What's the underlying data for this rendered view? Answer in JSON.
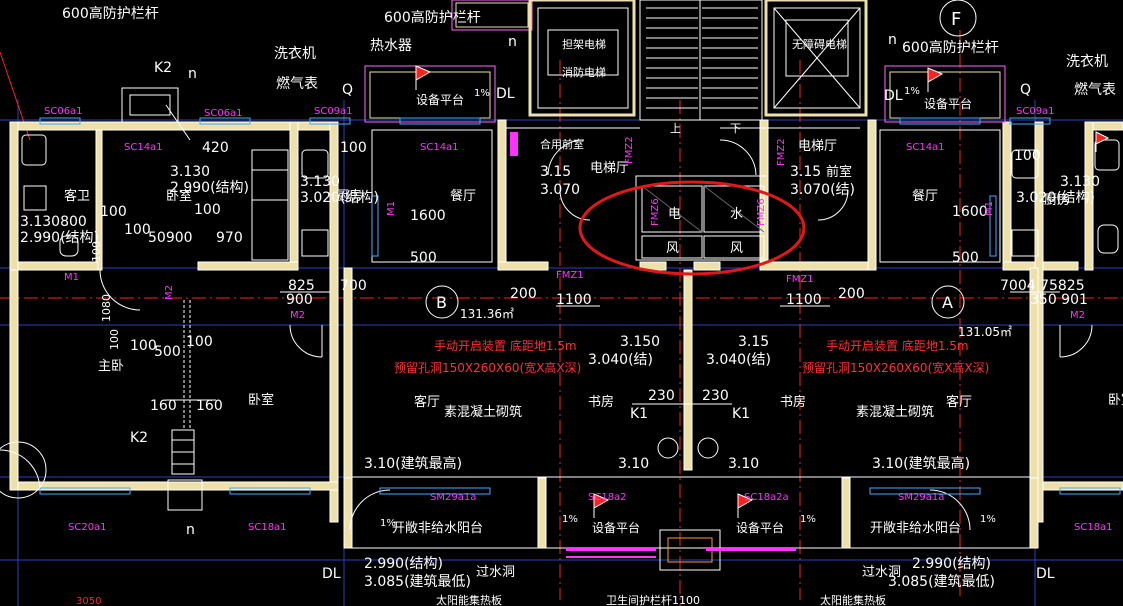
{
  "colors": {
    "background": "#000000",
    "wall": "#ffffff",
    "wall_fill": "#ede0a8",
    "axis": "#ff2020",
    "dimension": "#ffffff",
    "window": "#44aaff",
    "window_label": "#ff33ff",
    "room_text": "#ffffff",
    "note_red": "#ff3030",
    "grid_blue": "#2a40c0",
    "highlight": "#e01818",
    "pipe": "#ff66ff"
  },
  "labels": {
    "railing_600": "600高防护栏杆",
    "washer": "洗衣机",
    "gas_meter": "燃气表",
    "water_heater": "热水器",
    "device_platform": "设备平台",
    "pct_1": "1%",
    "dl": "DL",
    "q": "Q",
    "n": "n",
    "k1": "K1",
    "k2": "K2",
    "axis_f": "F",
    "axis_b": "B",
    "axis_a": "A",
    "stretcher_elevator": "担架电梯",
    "fire_elevator": "消防电梯",
    "accessible_elevator": "无障碍电梯",
    "up": "上",
    "down": "下",
    "shared_vestibule": "合用前室",
    "elevator_hall": "电梯厅",
    "vestibule": "前室",
    "kitchen": "厨房",
    "dining": "餐厅",
    "living": "客厅",
    "study": "书房",
    "bedroom": "卧室",
    "master_bedroom": "主卧",
    "guest_bath": "客卫",
    "electric": "电",
    "water": "水",
    "wind": "风",
    "concrete_wall": "素混凝土砌筑",
    "open_balcony": "开敞非给水阳台",
    "overflow_hole": "过水洞",
    "manual_opener": "手动开启装置 底距地1.5m",
    "reserved_hole": "预留孔洞150X260X60(宽X高X深)",
    "area_b": "131.36㎡",
    "area_a": "131.05㎡",
    "elev_3130": "3.130",
    "elev_2990s": "2.990(结构)",
    "elev_3020s": "3.020(结构)",
    "elev_3150": "3.150",
    "elev_315": "3.15",
    "elev_3070": "3.070",
    "elev_3070s": "3.070(结)",
    "elev_3040s": "3.040(结)",
    "elev_310h": "3.10(建筑最高)",
    "elev_310": "3.10",
    "elev_3085": "3.085(建筑最低)",
    "elev_2990j": "2.990(结构)",
    "elev_2990m": "2.990(结构)",
    "bath_note": "3.130800",
    "d100": "100",
    "d420": "420",
    "d1600": "1600",
    "d500": "500",
    "d200": "200",
    "d1100": "1100",
    "d900": "900",
    "d970": "970",
    "d1080": "1080",
    "d160": "160",
    "d230": "230",
    "d50900": "50900",
    "d825": "825",
    "d700": "700",
    "d350901": "350 901",
    "d7004": "7004 75825",
    "d3050": "3050",
    "win_sc06": "SC06a1",
    "win_sc09": "SC09a1",
    "win_sc14": "SC14a1",
    "win_sc20": "SC20a1",
    "win_sc18": "SC18a1",
    "win_sm29": "SM29a1a",
    "win_sc18a2": "SC18a2",
    "win_sc18a2a": "SC18a2a",
    "door_m1": "M1",
    "door_m2": "M2",
    "door_fmz1": "FMZ1",
    "door_fmz2": "FMZ2",
    "door_fmz6": "FMZ6",
    "bottom_partial_left": "太阳能集热板",
    "bottom_partial_mid": "卫生间护栏杆1100"
  }
}
